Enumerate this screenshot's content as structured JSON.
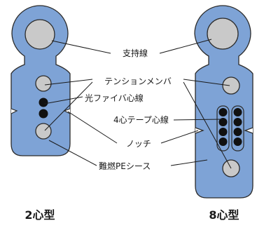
{
  "labels": {
    "support_wire": "支持線",
    "tension_member": "テンションメンバ",
    "optical_fiber": "光ファイバ心線",
    "tape_fiber": "4心テープ心線",
    "notch": "ノッチ",
    "sheath": "難燃PEシース"
  },
  "captions": {
    "left": "2心型",
    "right": "8心型"
  },
  "colors": {
    "sheath": "#7ea3d6",
    "wire": "#c9c9c9",
    "fiber": "#111111",
    "outline": "#2b2b2b"
  }
}
